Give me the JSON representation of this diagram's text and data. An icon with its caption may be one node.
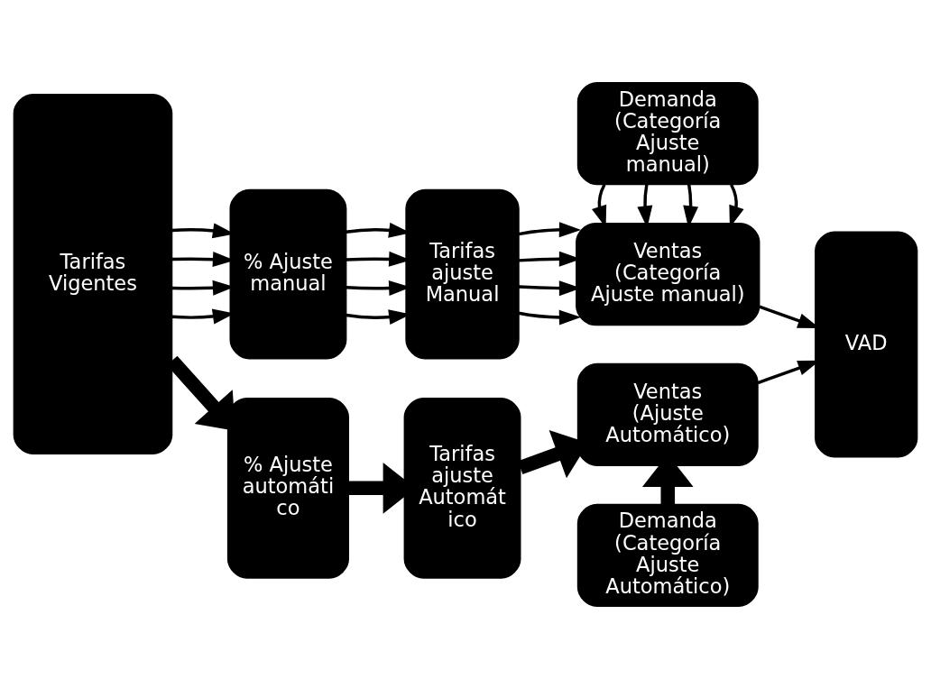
{
  "diagram": {
    "nodes": [
      {
        "text": [
          "Tarifas Vigentes"
        ]
      },
      {
        "text": [
          "% Ajuste manual"
        ]
      },
      {
        "text": [
          "Tarifas ajuste Manual"
        ]
      },
      {
        "text": [
          "Demanda (Categoría Ajuste manual)"
        ]
      },
      {
        "text": [
          "Ventas (Categoría Ajuste manual)"
        ]
      },
      {
        "text": [
          "VAD"
        ]
      },
      {
        "text": [
          "% Ajuste automáti co"
        ]
      },
      {
        "text": [
          "Tarifas ajuste Automát ico"
        ]
      },
      {
        "text": [
          "Ventas (Ajuste Automático)"
        ]
      },
      {
        "text": [
          "Demanda (Categoría Ajuste Automático)"
        ]
      }
    ],
    "edges": [
      {
        "from": 0,
        "to": 1,
        "arrow": "to"
      },
      {
        "from": 0,
        "to": 1,
        "arrow": "to"
      },
      {
        "from": 0,
        "to": 1,
        "arrow": "to"
      },
      {
        "from": 0,
        "to": 1,
        "arrow": "to"
      },
      {
        "from": 1,
        "to": 2,
        "arrow": "to"
      },
      {
        "from": 1,
        "to": 2,
        "arrow": "to"
      },
      {
        "from": 1,
        "to": 2,
        "arrow": "to"
      },
      {
        "from": 1,
        "to": 2,
        "arrow": "to"
      },
      {
        "from": 2,
        "to": 4,
        "arrow": "to"
      },
      {
        "from": 2,
        "to": 4,
        "arrow": "to"
      },
      {
        "from": 2,
        "to": 4,
        "arrow": "to"
      },
      {
        "from": 2,
        "to": 4,
        "arrow": "to"
      },
      {
        "from": 3,
        "to": 4,
        "arrow": "to"
      },
      {
        "from": 3,
        "to": 4,
        "arrow": "to"
      },
      {
        "from": 3,
        "to": 4,
        "arrow": "to"
      },
      {
        "from": 3,
        "to": 4,
        "arrow": "to"
      },
      {
        "from": 4,
        "to": 5,
        "arrow": "to"
      },
      {
        "from": 0,
        "to": 6,
        "arrow": "to",
        "style": "thick"
      },
      {
        "from": 6,
        "to": 7,
        "arrow": "to",
        "style": "thick"
      },
      {
        "from": 7,
        "to": 8,
        "arrow": "to",
        "style": "thick"
      },
      {
        "from": 9,
        "to": 8,
        "arrow": "to",
        "style": "thick"
      },
      {
        "from": 8,
        "to": 5,
        "arrow": "to"
      }
    ]
  }
}
